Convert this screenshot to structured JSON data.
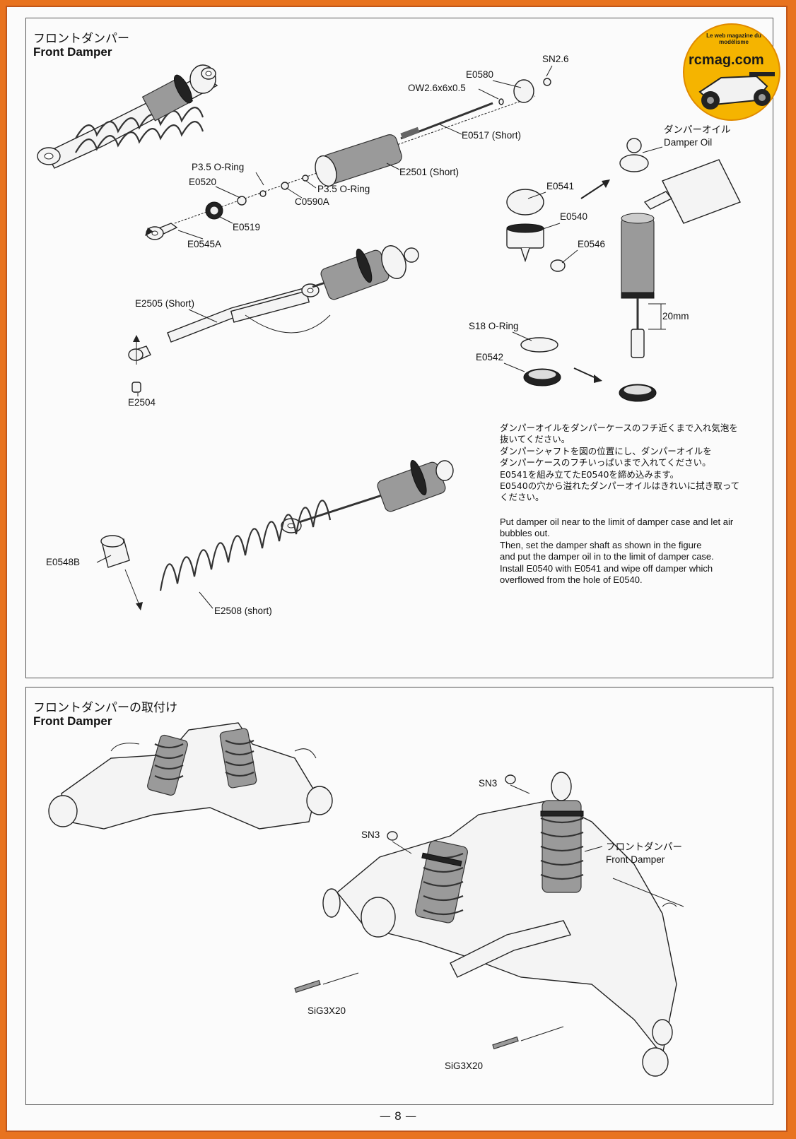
{
  "section1": {
    "title_jp": "フロントダンパー",
    "title_en": "Front Damper"
  },
  "section2": {
    "title_jp": "フロントダンパーの取付け",
    "title_en": "Front Damper"
  },
  "parts": {
    "sn26": "SN2.6",
    "e0580": "E0580",
    "ow": "OW2.6x6x0.5",
    "e0517": "E0517 (Short)",
    "e2501": "E2501 (Short)",
    "p35a": "P3.5 O-Ring",
    "e0520": "E0520",
    "p35b": "P3.5 O-Ring",
    "c0590a": "C0590A",
    "e0519": "E0519",
    "e0545a": "E0545A",
    "e2505": "E2505 (Short)",
    "e2504": "E2504",
    "e0548b": "E0548B",
    "e2508": "E2508 (short)",
    "oil_jp": "ダンパーオイル",
    "oil_en": "Damper Oil",
    "e0541": "E0541",
    "e0540": "E0540",
    "e0546": "E0546",
    "mm20": "20mm",
    "s18": "S18 O-Ring",
    "e0542": "E0542",
    "sn3a": "SN3",
    "sn3b": "SN3",
    "fd_jp": "フロントダンパー",
    "fd_en": "Front Damper",
    "sig1": "SiG3X20",
    "sig2": "SiG3X20"
  },
  "notes": {
    "jp": [
      "ダンパーオイルをダンパーケースのフチ近くまで入れ気泡を",
      "抜いてください。",
      "ダンパーシャフトを図の位置にし、ダンパーオイルを",
      "ダンパーケースのフチいっぱいまで入れてください。",
      "E0541を組み立てたE0540を締め込みます。",
      "E0540の穴から溢れたダンパーオイルはきれいに拭き取って",
      "ください。"
    ],
    "en": [
      "Put damper oil near to the limit of damper case and let air",
      "bubbles out.",
      "Then, set the damper shaft as shown in the figure",
      "and put the damper oil in to the limit of damper case.",
      "Install E0540 with E0541 and wipe off damper which",
      "overflowed from the hole of E0540."
    ]
  },
  "logo": {
    "text": "rcmag.com",
    "ring_text": "Le web magazine du modélisme"
  },
  "page_number": "— 8 —"
}
